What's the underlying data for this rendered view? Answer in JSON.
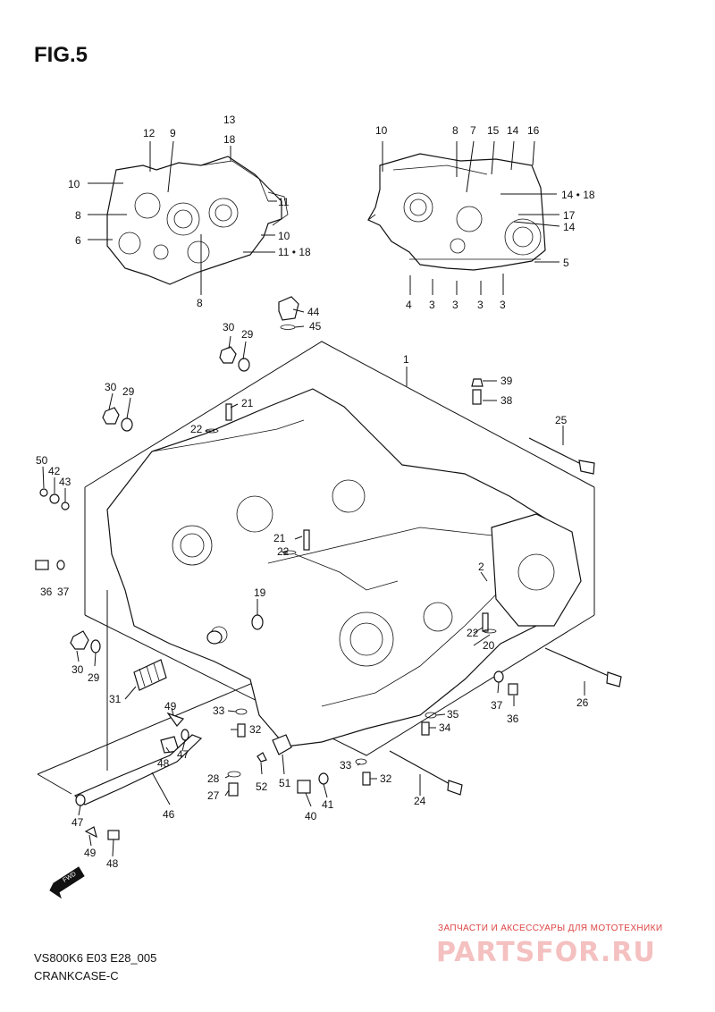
{
  "figure_title": "FIG.5",
  "model_code": "VS800K6 E03 E28_005",
  "section_title": "CRANKCASE-C",
  "watermark": {
    "top_text": "ЗАПЧАСТИ И АКСЕССУАРЫ ДЛЯ МОТОТЕХНИКИ",
    "brand_text": "PARTSFOR.RU"
  },
  "fwd_arrow_label": "FWD",
  "callouts": [
    {
      "id": "c13",
      "label": "13"
    },
    {
      "id": "c18a",
      "label": "18"
    },
    {
      "id": "c12",
      "label": "12"
    },
    {
      "id": "c9",
      "label": "9"
    },
    {
      "id": "c10a",
      "label": "10"
    },
    {
      "id": "c11a",
      "label": "11"
    },
    {
      "id": "c8a",
      "label": "8"
    },
    {
      "id": "c10b",
      "label": "10"
    },
    {
      "id": "c6",
      "label": "6"
    },
    {
      "id": "c11b",
      "label": "11 • 18"
    },
    {
      "id": "c8b",
      "label": "8"
    },
    {
      "id": "c10c",
      "label": "10"
    },
    {
      "id": "c8c",
      "label": "8"
    },
    {
      "id": "c7",
      "label": "7"
    },
    {
      "id": "c15",
      "label": "15"
    },
    {
      "id": "c14a",
      "label": "14"
    },
    {
      "id": "c16",
      "label": "16"
    },
    {
      "id": "c1418",
      "label": "14 • 18"
    },
    {
      "id": "c17",
      "label": "17"
    },
    {
      "id": "c14b",
      "label": "14"
    },
    {
      "id": "c5",
      "label": "5"
    },
    {
      "id": "c4",
      "label": "4"
    },
    {
      "id": "c3a",
      "label": "3"
    },
    {
      "id": "c3b",
      "label": "3"
    },
    {
      "id": "c3c",
      "label": "3"
    },
    {
      "id": "c3d",
      "label": "3"
    },
    {
      "id": "c44",
      "label": "44"
    },
    {
      "id": "c45",
      "label": "45"
    },
    {
      "id": "c30a",
      "label": "30"
    },
    {
      "id": "c29a",
      "label": "29"
    },
    {
      "id": "c1",
      "label": "1"
    },
    {
      "id": "c39",
      "label": "39"
    },
    {
      "id": "c38",
      "label": "38"
    },
    {
      "id": "c30b",
      "label": "30"
    },
    {
      "id": "c29b",
      "label": "29"
    },
    {
      "id": "c21a",
      "label": "21"
    },
    {
      "id": "c22a",
      "label": "22"
    },
    {
      "id": "c25",
      "label": "25"
    },
    {
      "id": "c50",
      "label": "50"
    },
    {
      "id": "c42",
      "label": "42"
    },
    {
      "id": "c43",
      "label": "43"
    },
    {
      "id": "c36a",
      "label": "36"
    },
    {
      "id": "c37a",
      "label": "37"
    },
    {
      "id": "c21b",
      "label": "21"
    },
    {
      "id": "c22b",
      "label": "22"
    },
    {
      "id": "c2",
      "label": "2"
    },
    {
      "id": "c19",
      "label": "19"
    },
    {
      "id": "c22c",
      "label": "22"
    },
    {
      "id": "c20",
      "label": "20"
    },
    {
      "id": "c30c",
      "label": "30"
    },
    {
      "id": "c29c",
      "label": "29"
    },
    {
      "id": "c31",
      "label": "31"
    },
    {
      "id": "c26",
      "label": "26"
    },
    {
      "id": "c37b",
      "label": "37"
    },
    {
      "id": "c36b",
      "label": "36"
    },
    {
      "id": "c49a",
      "label": "49"
    },
    {
      "id": "c33a",
      "label": "33"
    },
    {
      "id": "c35",
      "label": "35"
    },
    {
      "id": "c34",
      "label": "34"
    },
    {
      "id": "c32a",
      "label": "32"
    },
    {
      "id": "c48a",
      "label": "48"
    },
    {
      "id": "c47a",
      "label": "47"
    },
    {
      "id": "c33b",
      "label": "33"
    },
    {
      "id": "c32b",
      "label": "32"
    },
    {
      "id": "c28",
      "label": "28"
    },
    {
      "id": "c52",
      "label": "52"
    },
    {
      "id": "c51",
      "label": "51"
    },
    {
      "id": "c27",
      "label": "27"
    },
    {
      "id": "c41",
      "label": "41"
    },
    {
      "id": "c40",
      "label": "40"
    },
    {
      "id": "c24",
      "label": "24"
    },
    {
      "id": "c46",
      "label": "46"
    },
    {
      "id": "c47b",
      "label": "47"
    },
    {
      "id": "c49b",
      "label": "49"
    },
    {
      "id": "c48b",
      "label": "48"
    }
  ]
}
